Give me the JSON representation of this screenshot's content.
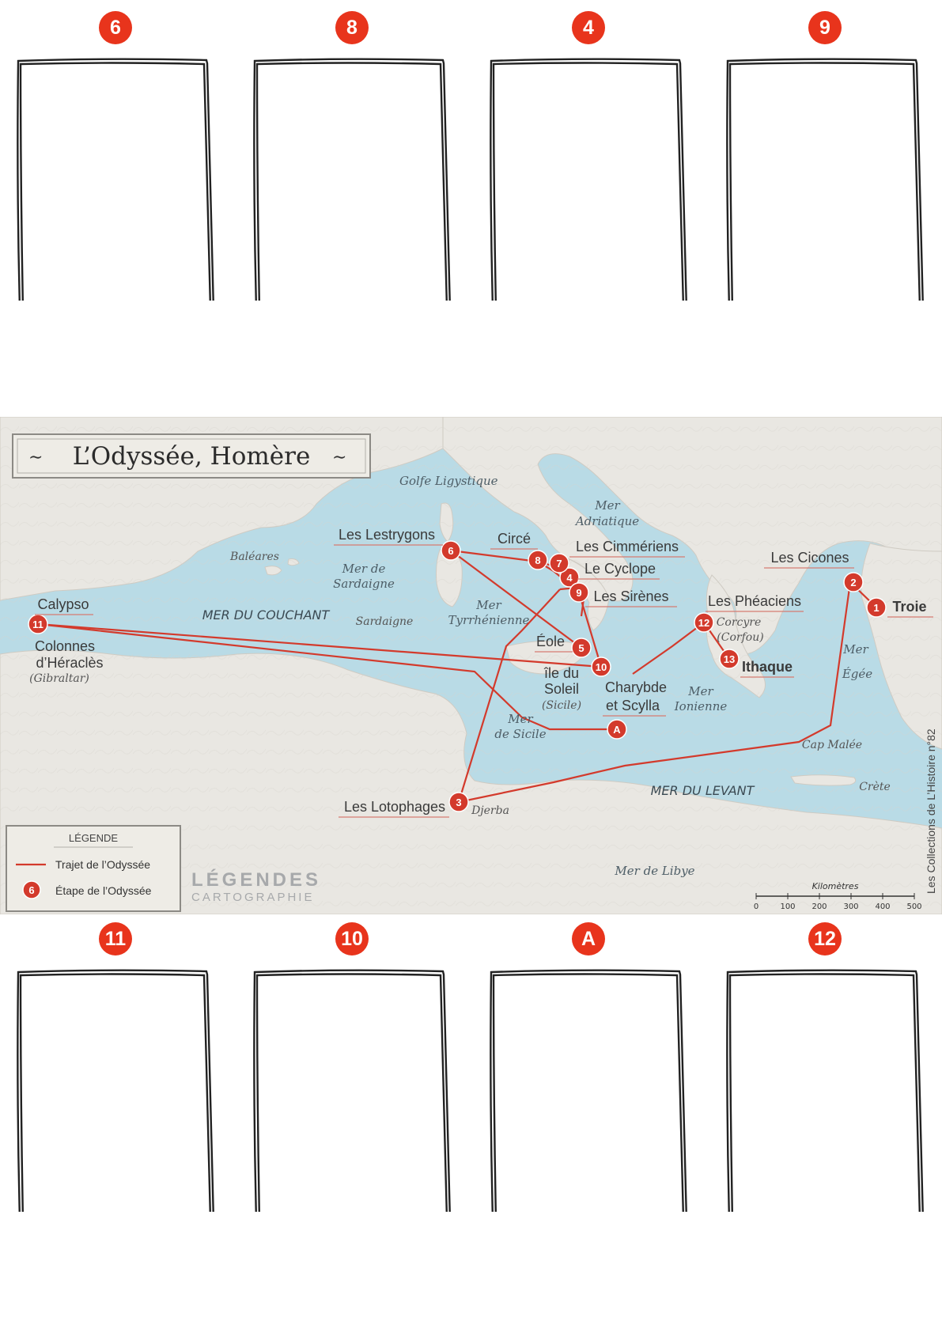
{
  "colors": {
    "accent": "#e8341c",
    "route": "#d33a2c",
    "sea": "#b9dbe6",
    "land": "#e9e7e2",
    "frame": "#222222"
  },
  "top_frames": [
    {
      "badge": "6"
    },
    {
      "badge": "8"
    },
    {
      "badge": "4"
    },
    {
      "badge": "9"
    }
  ],
  "bottom_frames": [
    {
      "badge": "11"
    },
    {
      "badge": "10"
    },
    {
      "badge": "A"
    },
    {
      "badge": "12"
    }
  ],
  "map": {
    "title": "L’Odyssée, Homère",
    "legend": {
      "heading": "LÉGENDE",
      "route_label": "Trajet de l’Odyssée",
      "stop_label": "Étape de l’Odyssée",
      "stop_example": "6"
    },
    "publisher": {
      "line1": "LÉGENDES",
      "line2": "CARTOGRAPHIE"
    },
    "credit": "Les Collections de L’Histoire n°82",
    "scale": {
      "unit": "Kilomètres",
      "ticks": [
        "0",
        "100",
        "200",
        "300",
        "400",
        "500"
      ]
    },
    "seas": {
      "golfe": "Golfe Ligystique",
      "adriatique_1": "Mer",
      "adriatique_2": "Adriatique",
      "sardaigne_1": "Mer de",
      "sardaigne_2": "Sardaigne",
      "tyrrhenienne_1": "Mer",
      "tyrrhenienne_2": "Tyrrhénienne",
      "couchant": "MER DU COUCHANT",
      "sicile_1": "Mer",
      "sicile_2": "de Sicile",
      "ionienne_1": "Mer",
      "ionienne_2": "Ionienne",
      "egee_1": "Mer",
      "egee_2": "Égée",
      "levant": "MER DU LEVANT",
      "libye": "Mer de Libye"
    },
    "regions": {
      "baleares": "Baléares",
      "sardaigne": "Sardaigne",
      "cap_malee": "Cap Malée",
      "crete": "Crète",
      "djerba": "Djerba",
      "corcyre_1": "Corcyre",
      "corcyre_2": "(Corfou)",
      "gibraltar": "(Gibraltar)",
      "sicile": "(Sicile)"
    },
    "sites": {
      "lestrygons": "Les Lestrygons",
      "circe": "Circé",
      "cimmeriens": "Les Cimmériens",
      "cyclope": "Le Cyclope",
      "sirenes": "Les Sirènes",
      "eole": "Éole",
      "calypso": "Calypso",
      "colonnes_1": "Colonnes",
      "colonnes_2": "d’Héraclès",
      "ile_soleil_1": "île du",
      "ile_soleil_2": "Soleil",
      "charybde_1": "Charybde",
      "charybde_2": "et Scylla",
      "pheaciens": "Les Phéaciens",
      "cicones": "Les Cicones",
      "troie": "Troie",
      "ithaque": "Ithaque",
      "lotophages": "Les Lotophages"
    },
    "stops": [
      "1",
      "2",
      "3",
      "4",
      "5",
      "6",
      "7",
      "8",
      "9",
      "10",
      "11",
      "12",
      "13",
      "A"
    ]
  }
}
